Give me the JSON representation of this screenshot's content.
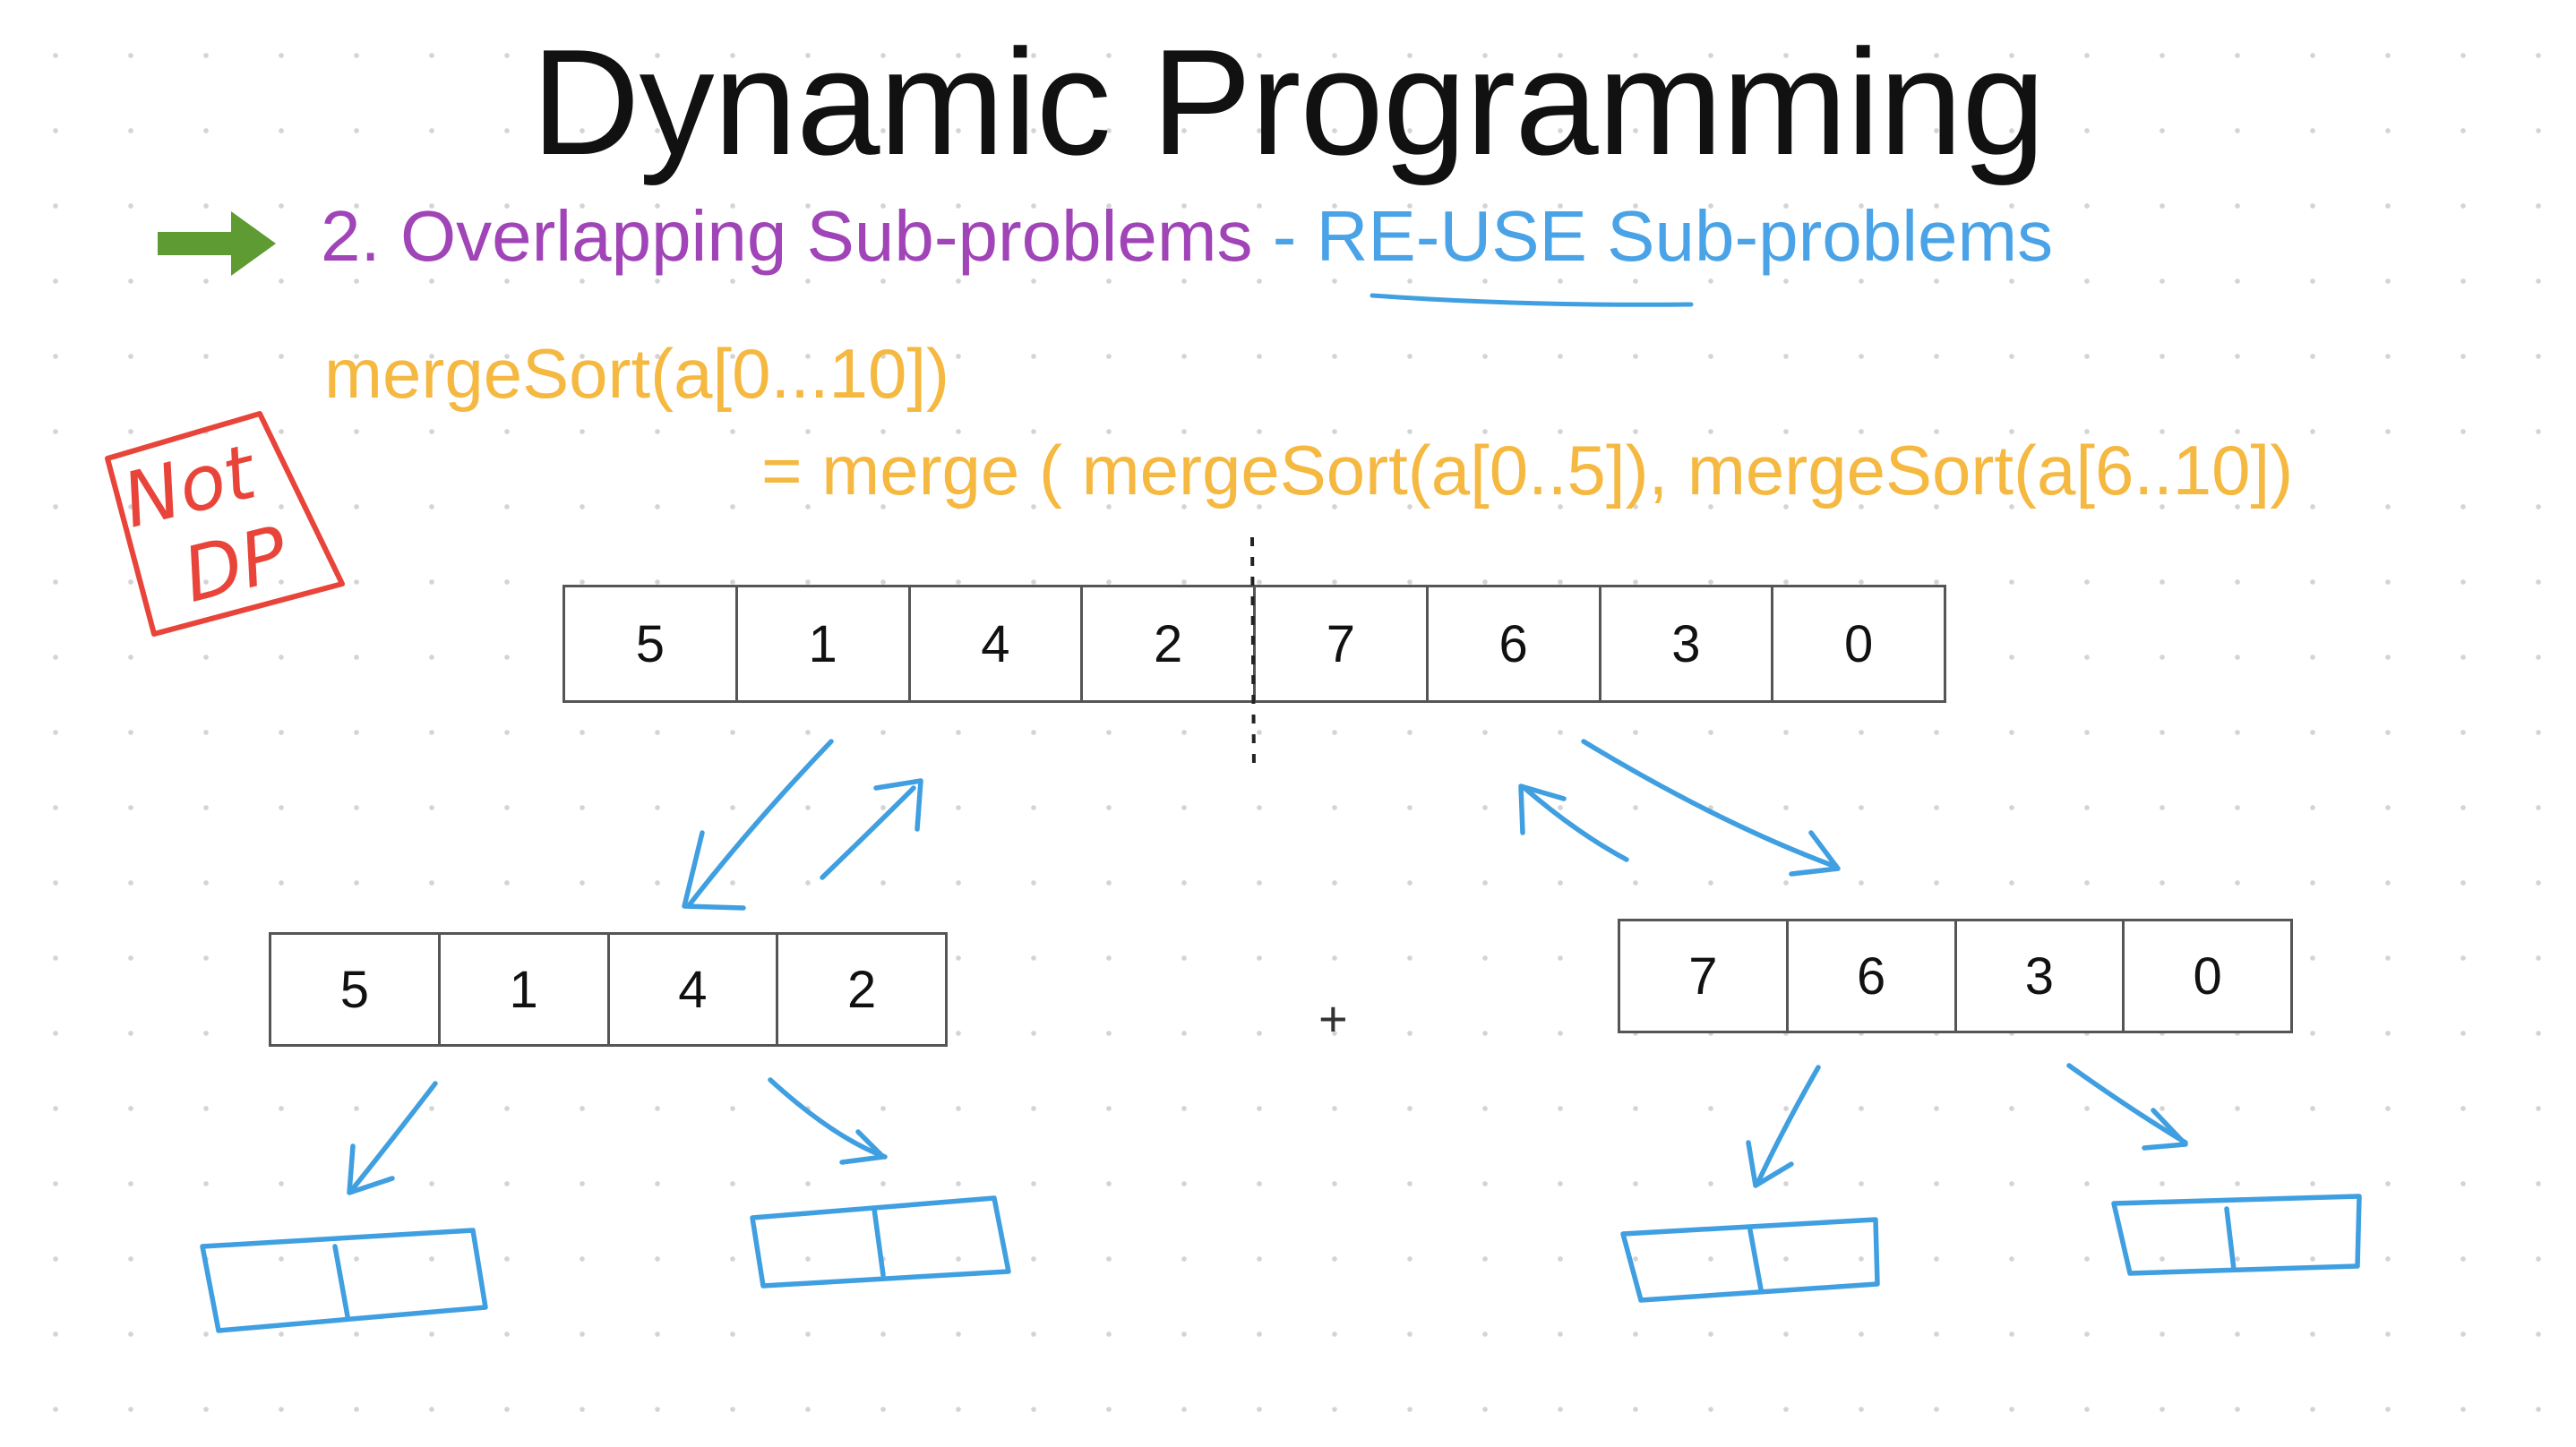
{
  "title": "Dynamic Programming",
  "subtitle": {
    "part1": "2. Overlapping Sub-problems",
    "part2": " - ",
    "part3": "RE-USE Sub-problems"
  },
  "code": {
    "line1": "mergeSort(a[0...10])",
    "line2": "= merge ( mergeSort(a[0..5]), mergeSort(a[6..10])"
  },
  "annotation": {
    "line1": "Not",
    "line2": "DP"
  },
  "arrays": {
    "top": [
      "5",
      "1",
      "4",
      "2",
      "7",
      "6",
      "3",
      "0"
    ],
    "left": [
      "5",
      "1",
      "4",
      "2"
    ],
    "right": [
      "7",
      "6",
      "3",
      "0"
    ]
  },
  "crosshair": "+",
  "colors": {
    "title": "#111111",
    "purple": "#a044b8",
    "blue": "#4aa3e6",
    "orange": "#f5b840",
    "red": "#e8443a",
    "green": "#5e9b32",
    "ink_blue": "#3f9fe0"
  }
}
